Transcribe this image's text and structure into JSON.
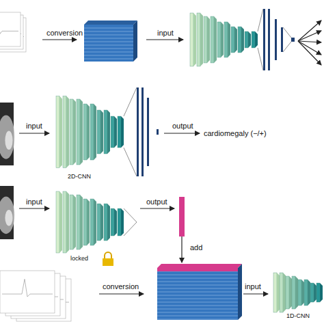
{
  "diagram": {
    "nodes": [
      {
        "text": [
          "2D-CNN"
        ]
      },
      {
        "text": [
          "locked"
        ]
      },
      {
        "text": [
          "1D-CNN"
        ]
      }
    ],
    "labels": [
      "conversion",
      "input",
      "input",
      "output",
      "cardiomegaly (−/+)",
      "input",
      "output",
      "add",
      "conversion",
      "input"
    ]
  }
}
